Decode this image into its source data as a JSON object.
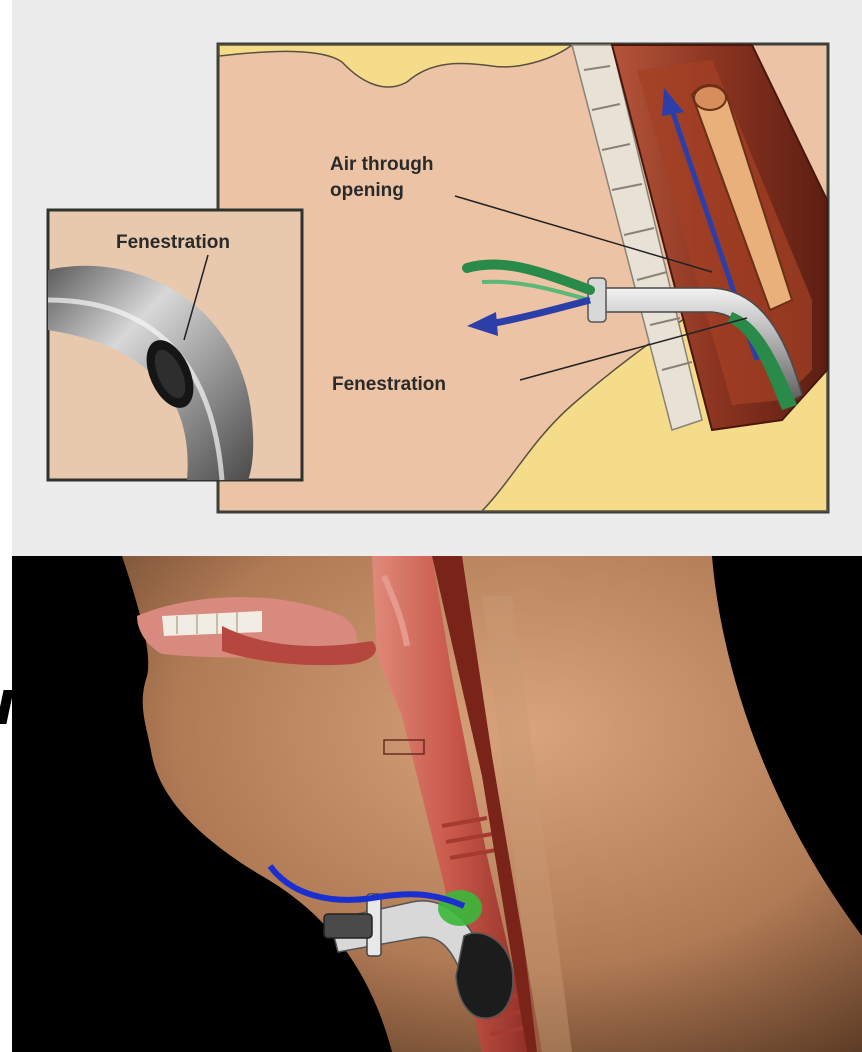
{
  "figure_top": {
    "labels": {
      "inset_fenestration": "Fenestration",
      "air_through_line1": "Air through",
      "air_through_line2": "opening",
      "fenestration": "Fenestration"
    }
  },
  "figure_bottom": {},
  "colors": {
    "skin": "#ecc3a5",
    "inset_bg": "#e8c9ae",
    "frame_border": "#3a4038",
    "trachea": "#7a2e1c",
    "airway_arrow": "#2c3fa8",
    "green_tube": "#2a8a4a",
    "background_dark": "#000000"
  }
}
